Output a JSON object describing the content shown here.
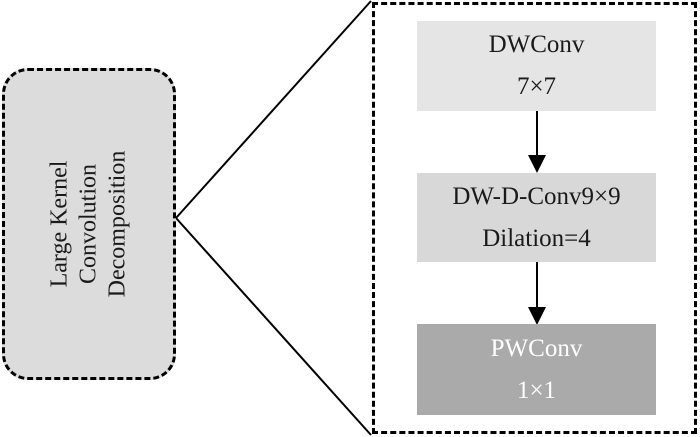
{
  "diagram": {
    "left_box": {
      "lines": [
        "Large Kernel",
        "Convolution",
        "Decomposition"
      ],
      "fill": "#dcdcdc"
    },
    "expansion": {
      "blocks": [
        {
          "title": "DWConv",
          "subtitle": "7×7",
          "fill": "#e5e5e5",
          "text_color": "#1a1a1a"
        },
        {
          "title": "DW-D-Conv9×9",
          "subtitle": "Dilation=4",
          "fill": "#d8d8d8",
          "text_color": "#1a1a1a"
        },
        {
          "title": "PWConv",
          "subtitle": "1×1",
          "fill": "#aaaaaa",
          "text_color": "#ffffff"
        }
      ],
      "flow": [
        {
          "from": "DWConv 7×7",
          "to": "DW-D-Conv9×9 Dilation=4"
        },
        {
          "from": "DW-D-Conv9×9 Dilation=4",
          "to": "PWConv 1×1"
        }
      ]
    }
  }
}
